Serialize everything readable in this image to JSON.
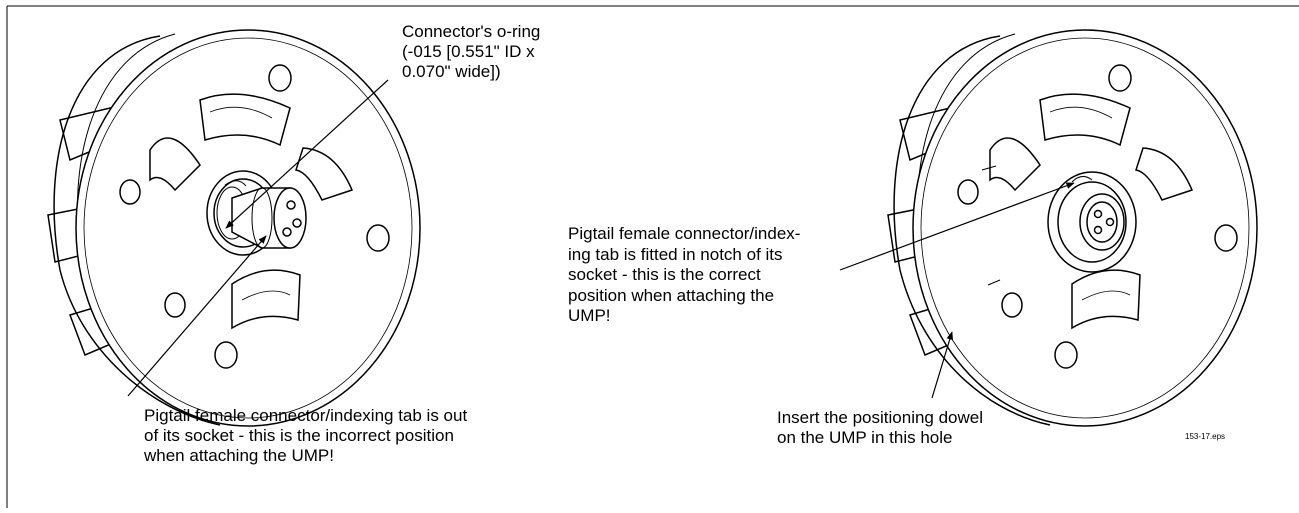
{
  "callouts": {
    "oring": [
      "Connector's o-ring",
      "(-015 [0.551\" ID x",
      "0.070\" wide])"
    ],
    "incorrect": [
      "Pigtail female connector/indexing tab is out",
      "of its socket - this is the incorrect position",
      "when attaching the UMP!"
    ],
    "correct": [
      "Pigtail female connector/index-",
      "ing tab is fitted in notch of its",
      "socket - this is the correct",
      "position when attaching the",
      "UMP!"
    ],
    "dowel": [
      "Insert the positioning dowel",
      "on the UMP in this hole"
    ]
  },
  "figure_id": "153-17.eps"
}
